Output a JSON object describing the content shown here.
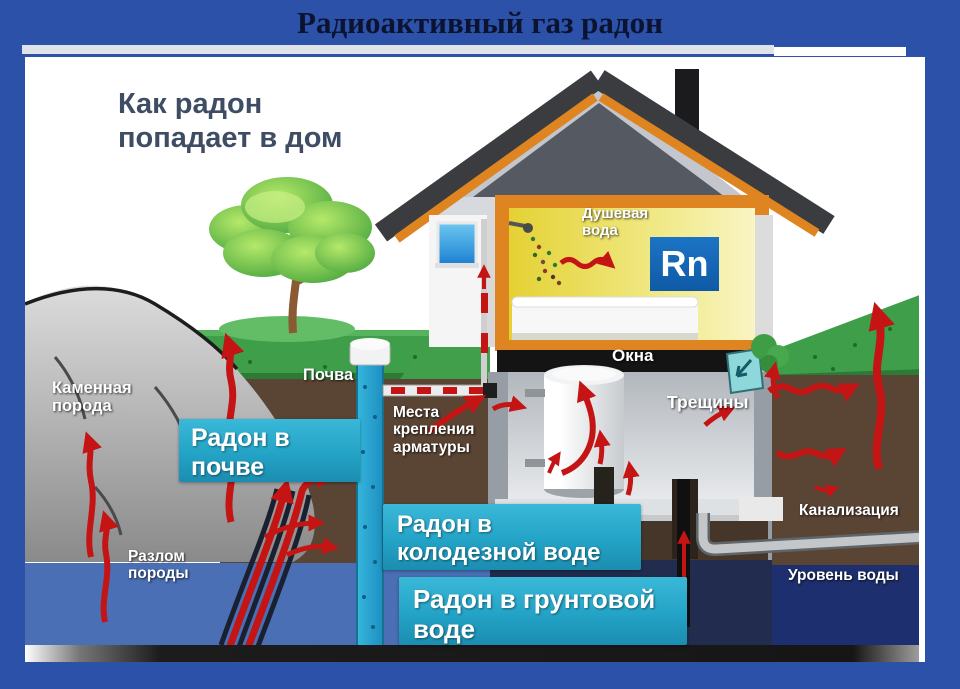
{
  "page": {
    "title": "Радиоактивный газ радон",
    "background_color": "#2b51a8",
    "title_color": "#0c1330"
  },
  "diagram": {
    "heading": "Как радон попадает в дом",
    "element_symbol": "Rn",
    "labels": {
      "rock": "Каменная порода",
      "soil": "Почва",
      "fixtures": "Места крепления арматуры",
      "shower_water": "Душевая вода",
      "windows": "Окна",
      "cracks": "Трещины",
      "sewer": "Канализация",
      "water_level": "Уровень воды",
      "rock_fault": "Разлом породы"
    },
    "callouts": {
      "radon_in_soil": "Радон в почве",
      "radon_in_well_water": "Радон в колодезной воде",
      "radon_in_ground_water": "Радон в грунтовой воде"
    },
    "colors": {
      "callout_cyan": "#29a9cb",
      "rn_box_blue": "#1566b6",
      "radon_arrow_red": "#c41414",
      "room_yellow": "#e9d83f",
      "house_trim_orange": "#de8420",
      "grass_green": "#3f9e4a",
      "soil_brown": "#5a4434",
      "groundwater_blue": "#4a6fb5",
      "deep_water_navy": "#1d2f6e"
    }
  }
}
